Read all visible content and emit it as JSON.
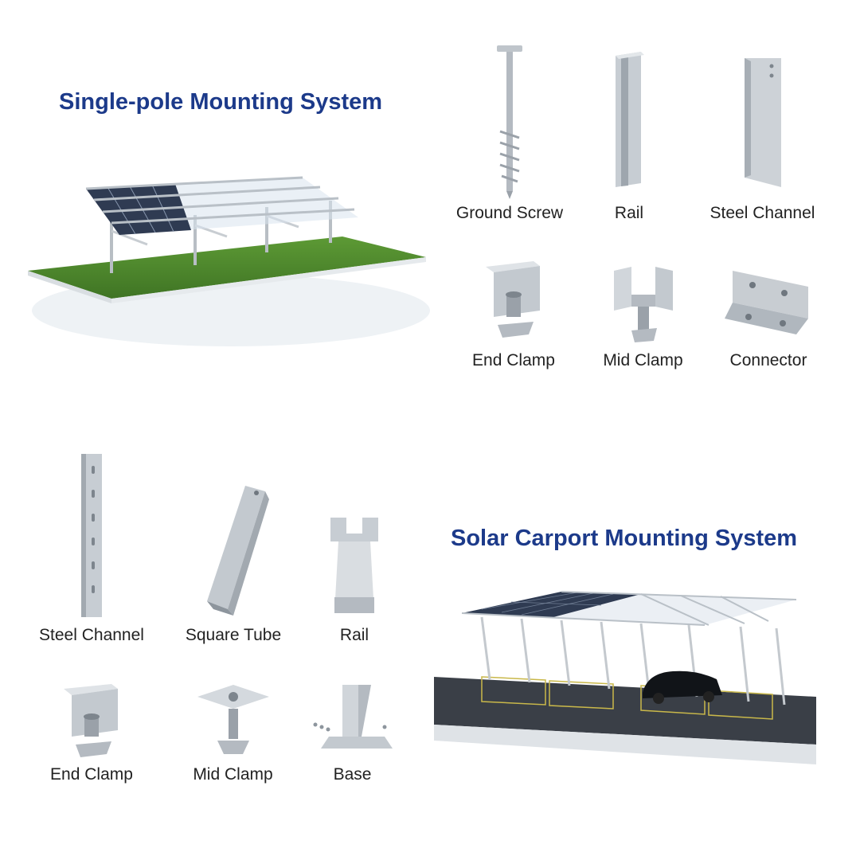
{
  "single_pole": {
    "title": "Single-pole Mounting System",
    "parts": [
      {
        "label": "Ground Screw",
        "icon": "ground-screw-icon"
      },
      {
        "label": "Rail",
        "icon": "rail-icon"
      },
      {
        "label": "Steel Channel",
        "icon": "steel-channel-icon"
      },
      {
        "label": "End Clamp",
        "icon": "end-clamp-icon"
      },
      {
        "label": "Mid Clamp",
        "icon": "mid-clamp-icon"
      },
      {
        "label": "Connector",
        "icon": "connector-icon"
      }
    ]
  },
  "carport": {
    "title": "Solar Carport Mounting System",
    "parts": [
      {
        "label": "Steel Channel",
        "icon": "steel-channel-icon"
      },
      {
        "label": "Square Tube",
        "icon": "square-tube-icon"
      },
      {
        "label": "Rail",
        "icon": "rail-icon"
      },
      {
        "label": "End Clamp",
        "icon": "end-clamp-icon"
      },
      {
        "label": "Mid Clamp",
        "icon": "mid-clamp-icon"
      },
      {
        "label": "Base",
        "icon": "base-icon"
      }
    ]
  },
  "colors": {
    "title": "#1c3a8a",
    "grass": "#4f8a2e",
    "panel": "#2f3b52",
    "metal": "#c4c9ce",
    "ground": "#3a3f47"
  }
}
